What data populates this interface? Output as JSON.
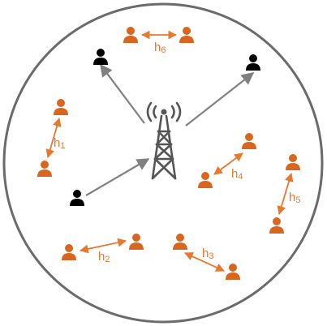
{
  "colors": {
    "cell_border": "#6b6b6b",
    "tower": "#555555",
    "cellular_user": "#000000",
    "d2d_user": "#d9661f",
    "link_arrow": "#808080",
    "d2d_arrow": "#e8782e",
    "label": "#e8782e"
  },
  "icons": {
    "tower": "cell-tower-icon",
    "user": "person-icon"
  },
  "cell": {
    "base_station": "base-station",
    "cellular_users": 3,
    "d2d_pairs": [
      {
        "label": "h",
        "sub": "1"
      },
      {
        "label": "h",
        "sub": "2"
      },
      {
        "label": "h",
        "sub": "3"
      },
      {
        "label": "h",
        "sub": "4"
      },
      {
        "label": "h",
        "sub": "5"
      },
      {
        "label": "h",
        "sub": "6"
      }
    ]
  }
}
